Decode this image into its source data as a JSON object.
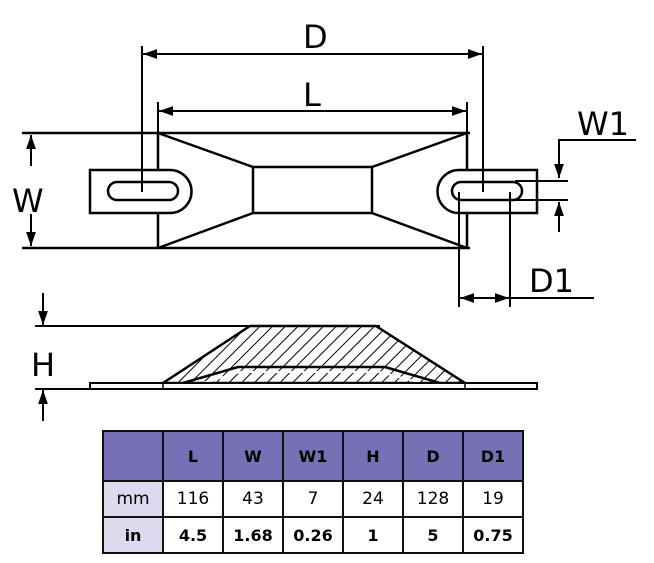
{
  "drawing": {
    "title": "Anode dimension drawing",
    "labels": {
      "D": "D",
      "L": "L",
      "W": "W",
      "W1": "W1",
      "D1": "D1",
      "H": "H"
    },
    "colors": {
      "line": "#000000",
      "table_header": "#7571b4",
      "unit_cell": "#dcdaee"
    }
  },
  "table": {
    "headers": [
      "",
      "L",
      "W",
      "W1",
      "H",
      "D",
      "D1"
    ],
    "rows": [
      {
        "unit": "mm",
        "values": [
          "116",
          "43",
          "7",
          "24",
          "128",
          "19"
        ]
      },
      {
        "unit": "in",
        "values": [
          "4.5",
          "1.68",
          "0.26",
          "1",
          "5",
          "0.75"
        ]
      }
    ]
  }
}
